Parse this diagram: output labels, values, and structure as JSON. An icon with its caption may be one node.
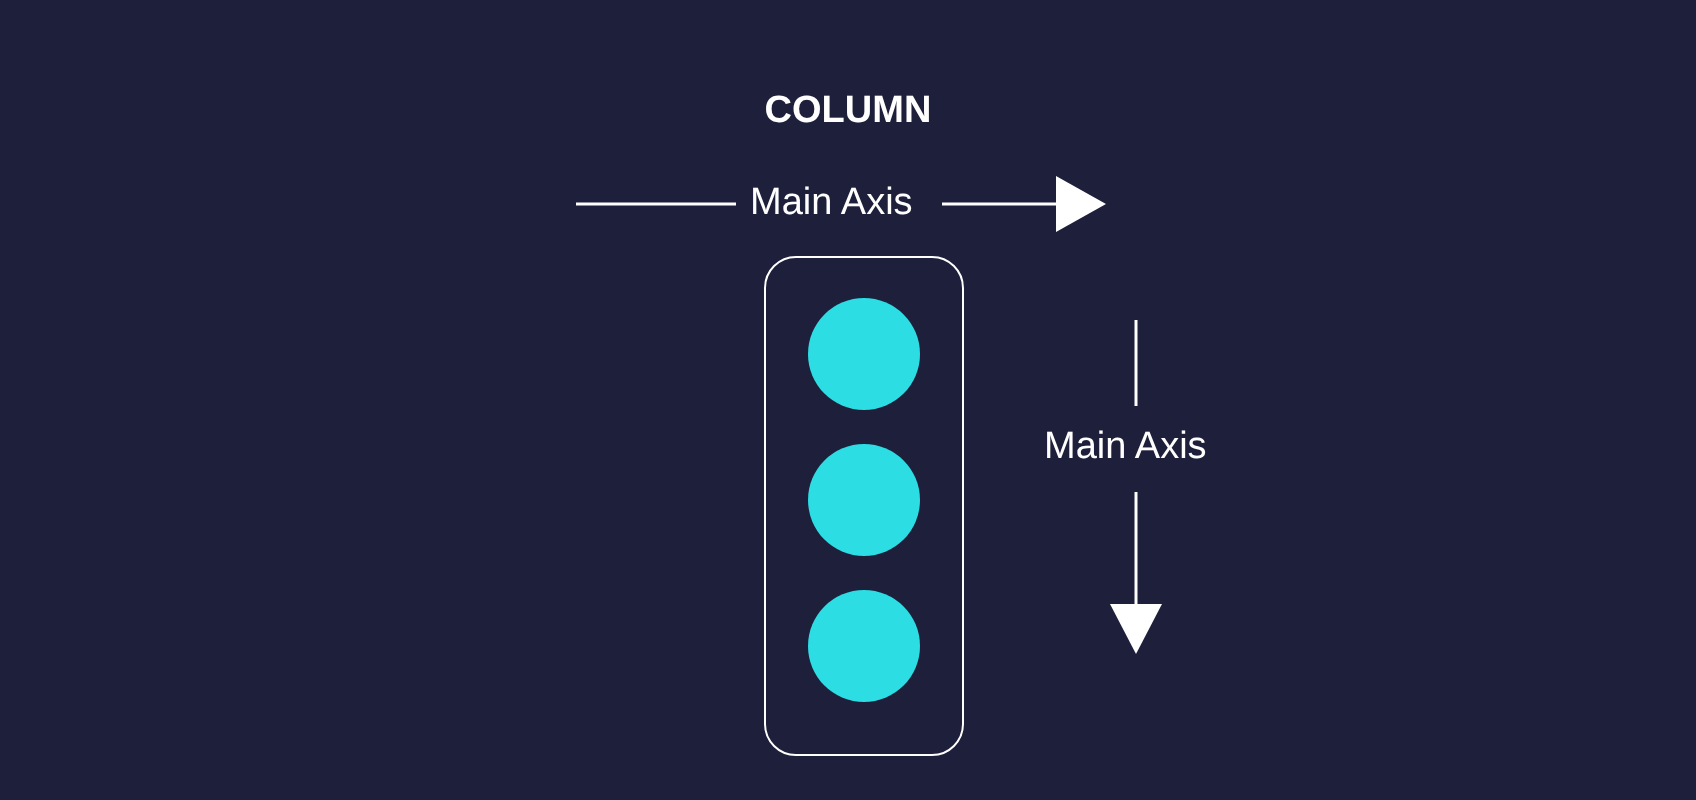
{
  "diagram": {
    "title": "COLUMN",
    "nodes": [
      {
        "text": [],
        "shape": "box"
      },
      {
        "text": [],
        "shape": "circle",
        "in": 0
      },
      {
        "text": [],
        "shape": "circle",
        "in": 0
      },
      {
        "text": [],
        "shape": "circle",
        "in": 0
      }
    ],
    "labels": [
      "Main Axis",
      "Main Axis"
    ]
  }
}
